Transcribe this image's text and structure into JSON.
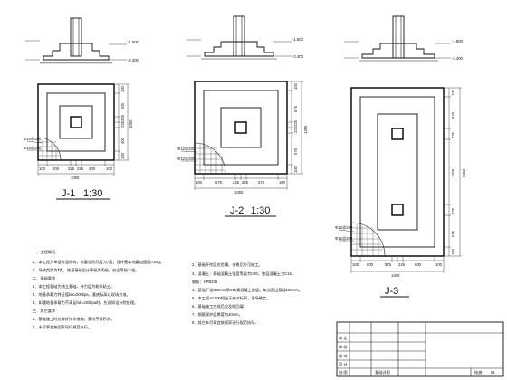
{
  "footings": [
    {
      "id": "j1",
      "title": "J-1",
      "scale": "1:30",
      "elev_top": "-1.500",
      "elev_bottom": "-2.400",
      "rebar_top": "Φ10@200",
      "rebar_bottom": "Φ10@200",
      "bottom_dims": [
        "100",
        "400",
        "225",
        "225",
        "400",
        "100"
      ],
      "bottom_total": "1050",
      "right_dims": [
        "100",
        "400",
        "225",
        "225",
        "400",
        "100"
      ],
      "right_total": "1050"
    },
    {
      "id": "j2",
      "title": "J-2",
      "scale": "1:30",
      "elev_top": "-1.800",
      "elev_bottom": "-2.400",
      "rebar_top": "Φ12@200",
      "rebar_bottom": "Φ12@200",
      "bottom_dims": [
        "100",
        "575",
        "225",
        "225",
        "575",
        "100"
      ],
      "bottom_total": "1350",
      "right_dims": [
        "100",
        "575",
        "225",
        "225",
        "575",
        "100"
      ],
      "right_total": "1350"
    },
    {
      "id": "j3",
      "title": "J-3",
      "scale": "",
      "elev_top": "-1.800",
      "elev_bottom": "-2.400",
      "rebar_top": "Φ12@200",
      "rebar_bottom": "Φ12@200",
      "bottom_dims": [
        "100",
        "600",
        "575",
        "225",
        "600",
        "100"
      ],
      "bottom_total": "1400",
      "right_dims": [
        "100",
        "575",
        "225",
        "1500",
        "225",
        "575",
        "100"
      ],
      "right_total": "2350"
    }
  ],
  "notes_left": [
    "一、工程概况",
    "1、本工程为单层砖混结构，抗震设防烈度为7度，设计基本地震加速度0.05g。",
    "2、场地类别为Ⅱ类，地基基础设计等级为丙级，安全等级二级。",
    "二、基础要求",
    "1、本工程基础为独立基础，持力层为粉质粘土。",
    "2、地基承载力特征值fak≥200kpa，基底标高以现场为准。",
    "3、如遇地基承载力不满足fak=200kpa时，应通知设计院处理。",
    "三、其它要求",
    "1、基础施工时应做好排水措施，基坑不得积水。",
    "2、未尽事宜按国家现行规范执行。"
  ],
  "notes_right": [
    "2、基础开挖后应验槽，合格后方可施工。",
    "3、混凝土：基础混凝土强度等级为C30，垫层混凝土为C15。",
    "   钢筋：HPB336",
    "4、基础下设100mm厚C15素混凝土垫层，每边宽出基础100mm。",
    "5、本工程±0.000相当于绝对标高，现场确定。",
    "6、基础施工完成后应及时回填。",
    "7、钢筋保护层厚度为40mm。",
    "8、其它未尽事宜按国家现行规范执行。"
  ],
  "title_block": {
    "rows": [
      "",
      "",
      "",
      "",
      ""
    ],
    "left_labels": [
      "审 定",
      "审 核",
      "校 对",
      "设 计",
      "制 图"
    ],
    "drawing_name": "基础详图",
    "sheet": "结施",
    "number": "01"
  }
}
